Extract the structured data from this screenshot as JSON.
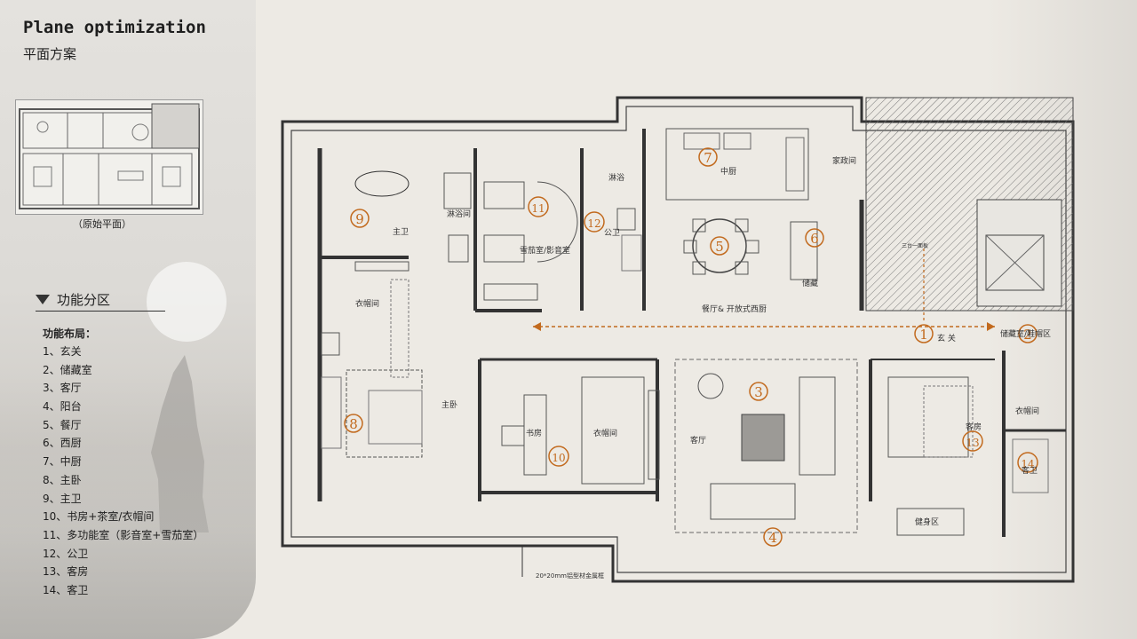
{
  "header": {
    "title": "Plane optimization",
    "subtitle": "平面方案"
  },
  "thumbnail": {
    "caption": "（原始平面）"
  },
  "section": {
    "label": "功能分区"
  },
  "legend": {
    "title": "功能布局：",
    "items": [
      "1、玄关",
      "2、储藏室",
      "3、客厅",
      "4、阳台",
      "5、餐厅",
      "6、西厨",
      "7、中厨",
      "8、主卧",
      "9、主卫",
      "10、书房+茶室/衣帽间",
      "11、多功能室（影音室+雪茄室）",
      "12、公卫",
      "13、客房",
      "14、客卫"
    ]
  },
  "plan": {
    "room_labels": {
      "master_bath": "主卫",
      "shower_room": "淋浴间",
      "cigar_theater": "雪茄室/影音室",
      "shower_small": "淋浴",
      "public_bath": "公卫",
      "chinese_kitchen": "中厨",
      "utility": "家政间",
      "dining": "餐厅& 开放式西厨",
      "cabinet": "储藏",
      "walkin_closet_master": "衣帽间",
      "entrance": "玄 关",
      "storage_shoe": "储藏室/鞋帽区",
      "master_bedroom": "主卧",
      "study": "书房",
      "walkin_closet_study": "衣帽间",
      "living": "客厅",
      "guest_room": "客房",
      "guest_closet": "衣帽间",
      "guest_bath": "客卫",
      "gym": "健身区",
      "frame_note": "20*20mm铝型材金属框",
      "stair_label": "三台一面板"
    },
    "numbers": [
      "1",
      "2",
      "3",
      "4",
      "5",
      "6",
      "7",
      "8",
      "9",
      "10",
      "11",
      "12",
      "13",
      "14"
    ],
    "accent_color": "#c26a1e",
    "line_color": "#333333"
  }
}
